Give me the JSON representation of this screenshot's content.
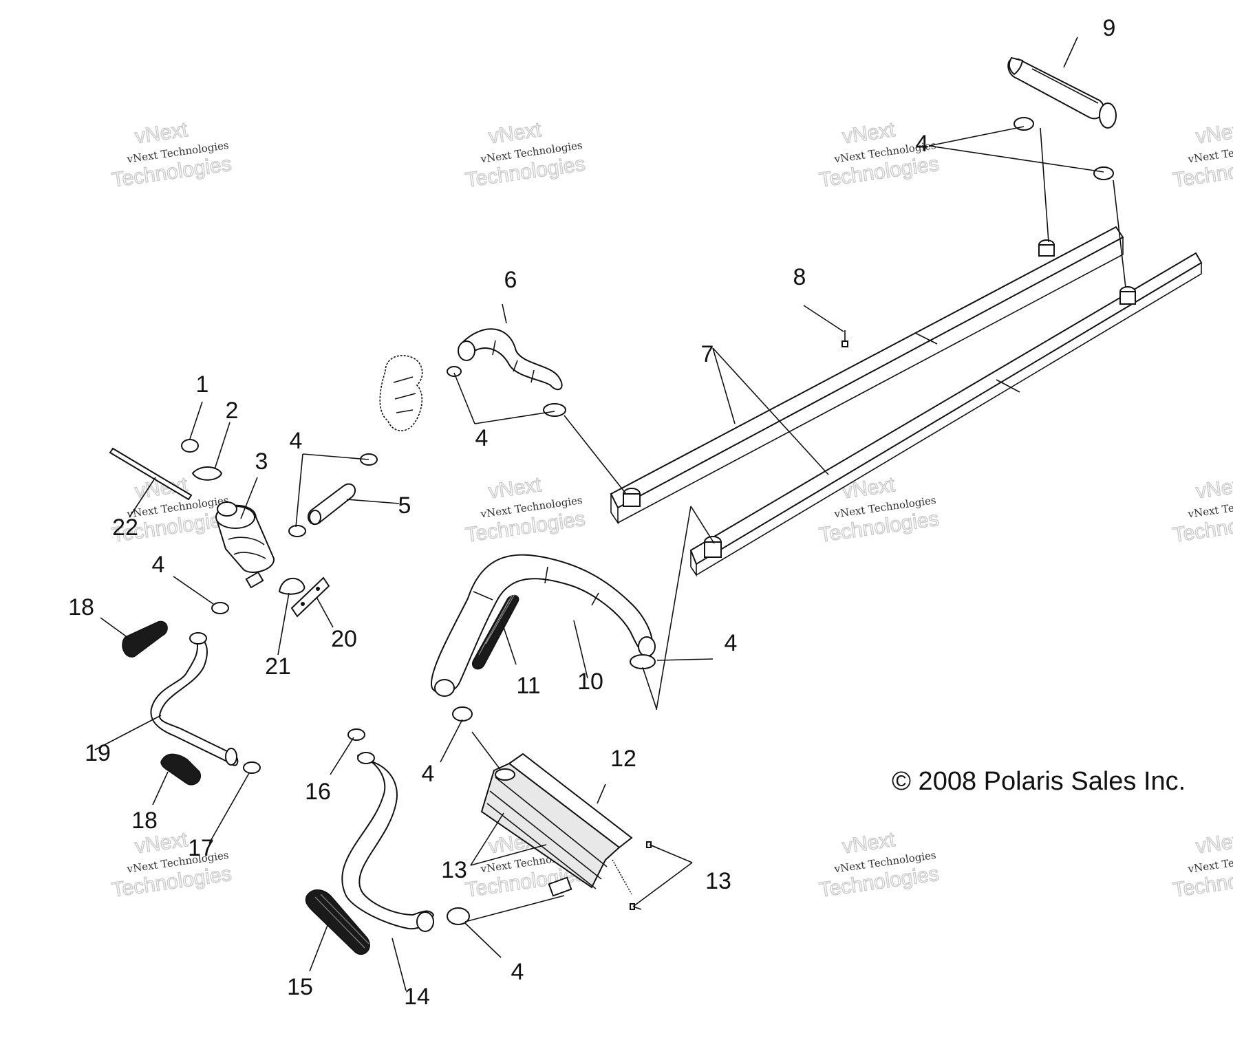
{
  "diagram": {
    "callouts": [
      {
        "id": "c1",
        "label": "1"
      },
      {
        "id": "c2",
        "label": "2"
      },
      {
        "id": "c3",
        "label": "3"
      },
      {
        "id": "c4a",
        "label": "4"
      },
      {
        "id": "c4b",
        "label": "4"
      },
      {
        "id": "c4c",
        "label": "4"
      },
      {
        "id": "c4d",
        "label": "4"
      },
      {
        "id": "c4e",
        "label": "4"
      },
      {
        "id": "c4f",
        "label": "4"
      },
      {
        "id": "c4g",
        "label": "4"
      },
      {
        "id": "c5",
        "label": "5"
      },
      {
        "id": "c6",
        "label": "6"
      },
      {
        "id": "c7",
        "label": "7"
      },
      {
        "id": "c8",
        "label": "8"
      },
      {
        "id": "c9",
        "label": "9"
      },
      {
        "id": "c10",
        "label": "10"
      },
      {
        "id": "c11",
        "label": "11"
      },
      {
        "id": "c12",
        "label": "12"
      },
      {
        "id": "c13a",
        "label": "13"
      },
      {
        "id": "c13b",
        "label": "13"
      },
      {
        "id": "c14",
        "label": "14"
      },
      {
        "id": "c15",
        "label": "15"
      },
      {
        "id": "c16",
        "label": "16"
      },
      {
        "id": "c17",
        "label": "17"
      },
      {
        "id": "c18a",
        "label": "18"
      },
      {
        "id": "c18b",
        "label": "18"
      },
      {
        "id": "c19",
        "label": "19"
      },
      {
        "id": "c20",
        "label": "20"
      },
      {
        "id": "c21",
        "label": "21"
      },
      {
        "id": "c22",
        "label": "22"
      }
    ],
    "copyright": "© 2008 Polaris Sales Inc."
  },
  "watermark": {
    "line1": "vNext",
    "line2": "vNext Technologies",
    "line3": "Technologies"
  }
}
